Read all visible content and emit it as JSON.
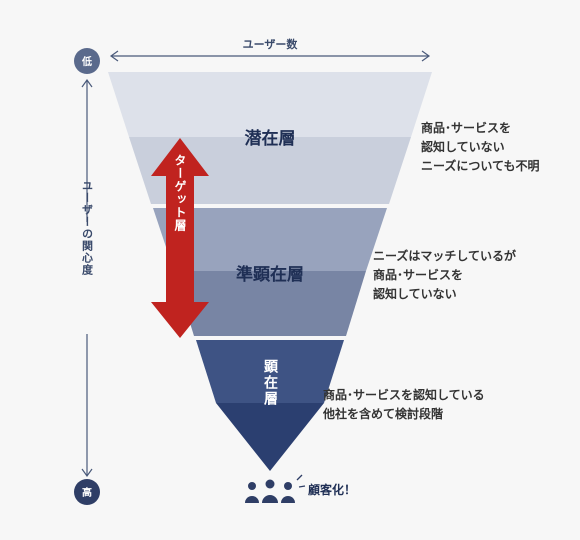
{
  "axes": {
    "horizontal_label": "ユーザー数",
    "vertical_label": "ユーザーの関心度",
    "low_label": "低",
    "high_label": "高"
  },
  "tiers": [
    {
      "name": "潜在層",
      "description": [
        "商品･サービスを",
        "認知していない",
        "ニーズについても不明"
      ]
    },
    {
      "name": "準顕在層",
      "description": [
        "ニーズはマッチしているが",
        "商品･サービスを",
        "認知していない"
      ]
    },
    {
      "name": "顕在層",
      "description": [
        "商品･サービスを認知している",
        "他社を含めて検討段階"
      ]
    }
  ],
  "target_label": "ターゲット層",
  "goal_label": "顧客化！",
  "colors": {
    "axis": "#4a5a7a",
    "circle": "#5a6a8c",
    "circle_dark": "#2f3e66",
    "tier1_top": "#dde1ea",
    "tier1_bottom": "#c9cfdc",
    "tier2_top": "#98a3bd",
    "tier2_bottom": "#7885a4",
    "tier3_top": "#3e5384",
    "tier3_bottom": "#2b3f70",
    "arrow": "#c0231f",
    "people": "#2f3e66"
  }
}
